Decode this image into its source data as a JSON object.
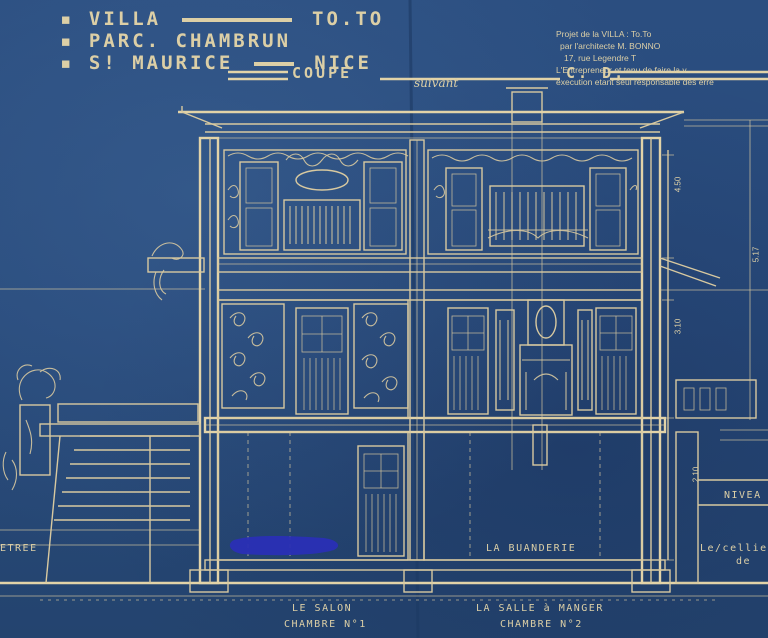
{
  "title_block": {
    "line1_left": "VILLA",
    "line1_right": "TO.TO",
    "line2": "PARC. CHAMBRUN",
    "line3_left": "S! MAURICE",
    "line3_right": "NICE"
  },
  "notes": [
    "Projet de la VILLA : To.To",
    "par l'architecte M. BONNO",
    "17, rue Legendre T",
    "L'Entrepreneur et tenu de faire la v",
    "execution etant seul responsable des erre"
  ],
  "section_label": {
    "left": "COUPE",
    "middle": "suivant",
    "right": "C. D."
  },
  "room_labels": {
    "laundry": "LA BUANDERIE",
    "salon": "LE SALON",
    "salon_bedroom": "CHAMBRE N°1",
    "dining": "LA SALLE à MANGER",
    "dining_bedroom": "CHAMBRE N°2",
    "left_edge": "ETREE",
    "right_nivea": "NIVEA",
    "right_cellar": "Le/cellier",
    "right_cellar2": "de"
  },
  "dimensions": [
    "4.50",
    "5.17",
    "3.10",
    "2.10"
  ],
  "colors": {
    "paper": "#2a4d7e",
    "ink": "#d8c9a0",
    "stain": "#2a2fb5"
  }
}
